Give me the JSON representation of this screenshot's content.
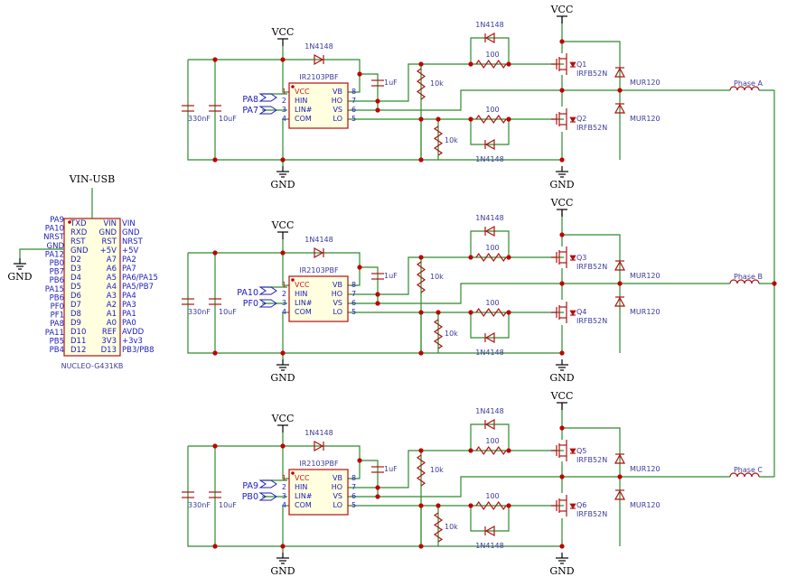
{
  "power": {
    "vcc": "VCC",
    "gnd": "GND",
    "vin_usb": "VIN-USB"
  },
  "parts": {
    "driver": "IR2103PBF",
    "diode_boot": "1N4148",
    "diode_gate": "1N4148",
    "cap_small": "330nF",
    "cap_big": "10uF",
    "cap_boot": "1uF",
    "r_pull": "10k",
    "r_gate": "100",
    "mosfet": "IRFB52N",
    "fw_diode": "MUR120",
    "nucleo": "NUCLEO-G431KB"
  },
  "driver_pins": {
    "left": [
      {
        "num": "1",
        "name": "VCC"
      },
      {
        "num": "2",
        "name": "HIN"
      },
      {
        "num": "3",
        "name": "LIN#"
      },
      {
        "num": "4",
        "name": "COM"
      }
    ],
    "right": [
      {
        "num": "8",
        "name": "VB"
      },
      {
        "num": "7",
        "name": "HO"
      },
      {
        "num": "6",
        "name": "VS"
      },
      {
        "num": "5",
        "name": "LO"
      }
    ]
  },
  "stages": [
    {
      "in1": "PA8",
      "in2": "PA7",
      "q_high": "Q1",
      "q_low": "Q2",
      "phase": "Phase A"
    },
    {
      "in1": "PA10",
      "in2": "PF0",
      "q_high": "Q3",
      "q_low": "Q4",
      "phase": "Phase B"
    },
    {
      "in1": "PA9",
      "in2": "PB0",
      "q_high": "Q5",
      "q_low": "Q6",
      "phase": "Phase C"
    }
  ],
  "nucleo": {
    "outer_left": [
      "PA9",
      "PA10",
      "NRST",
      "GND",
      "PA12",
      "PB0",
      "PB7",
      "PB6",
      "PA15",
      "PB6",
      "PF0",
      "PF1",
      "PA8",
      "PA11",
      "PB5",
      "PB4"
    ],
    "inner_left": [
      "TXD",
      "RXD",
      "RST",
      "GND",
      "D2",
      "D3",
      "D4",
      "D5",
      "D6",
      "D7",
      "D8",
      "D9",
      "D10",
      "D11",
      "D12"
    ],
    "inner_right": [
      "VIN",
      "GND",
      "RST",
      "+5V",
      "A7",
      "A6",
      "A5",
      "A4",
      "A3",
      "A2",
      "A1",
      "A0",
      "REF",
      "3V3",
      "D13"
    ],
    "outer_right": [
      "VIN",
      "GND",
      "NRST",
      "+5V",
      "PA2",
      "PA7",
      "PA6/PA15",
      "PA5/PB7",
      "PA4",
      "PA3",
      "PA1",
      "PA0",
      "AVDD",
      "+3v3",
      "PB3/PB8"
    ]
  }
}
